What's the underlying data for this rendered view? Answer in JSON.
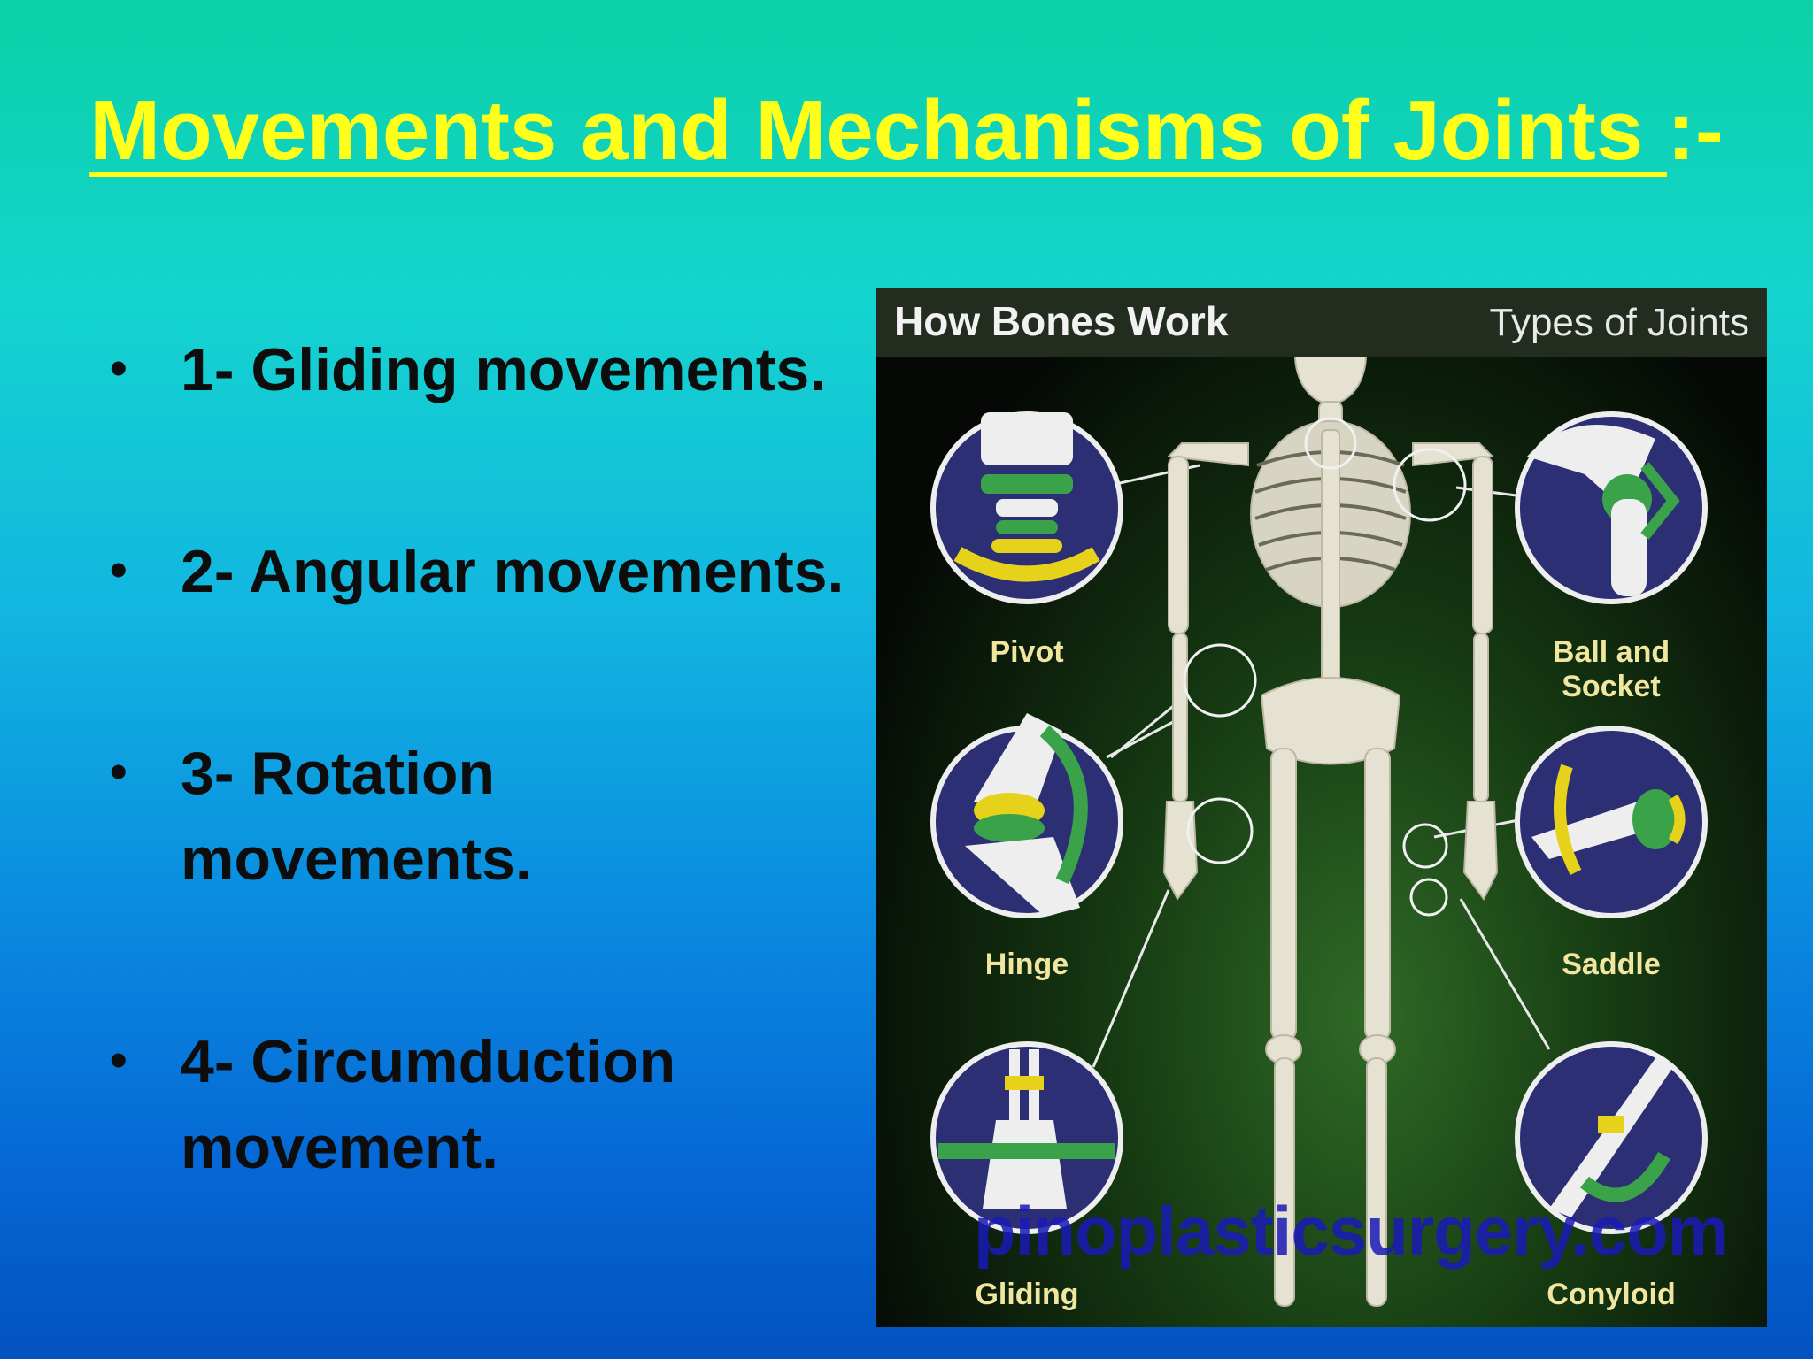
{
  "slide": {
    "title_underlined": "Movements and Mechanisms of Joints ",
    "title_suffix": ":-"
  },
  "bullets": [
    {
      "marker": "•",
      "text": "1- Gliding movements."
    },
    {
      "marker": "•",
      "text": "2- Angular movements."
    },
    {
      "marker": "•",
      "text": "3- Rotation movements."
    },
    {
      "marker": "•",
      "text": "4- Circumduction movement."
    }
  ],
  "figure": {
    "header_left": "How Bones Work",
    "header_right": "Types of Joints",
    "joints": {
      "pivot": "Pivot",
      "ball_socket": "Ball and Socket",
      "hinge": "Hinge",
      "saddle": "Saddle",
      "gliding": "Gliding",
      "condyloid": "Conyloid"
    },
    "watermark": "pinoplasticsurgery.com"
  },
  "colors": {
    "title": "#ffff1a",
    "bullet_text": "#0d0d0d",
    "joint_highlight": "#3aa34a",
    "cartilage": "#e6d21a"
  }
}
